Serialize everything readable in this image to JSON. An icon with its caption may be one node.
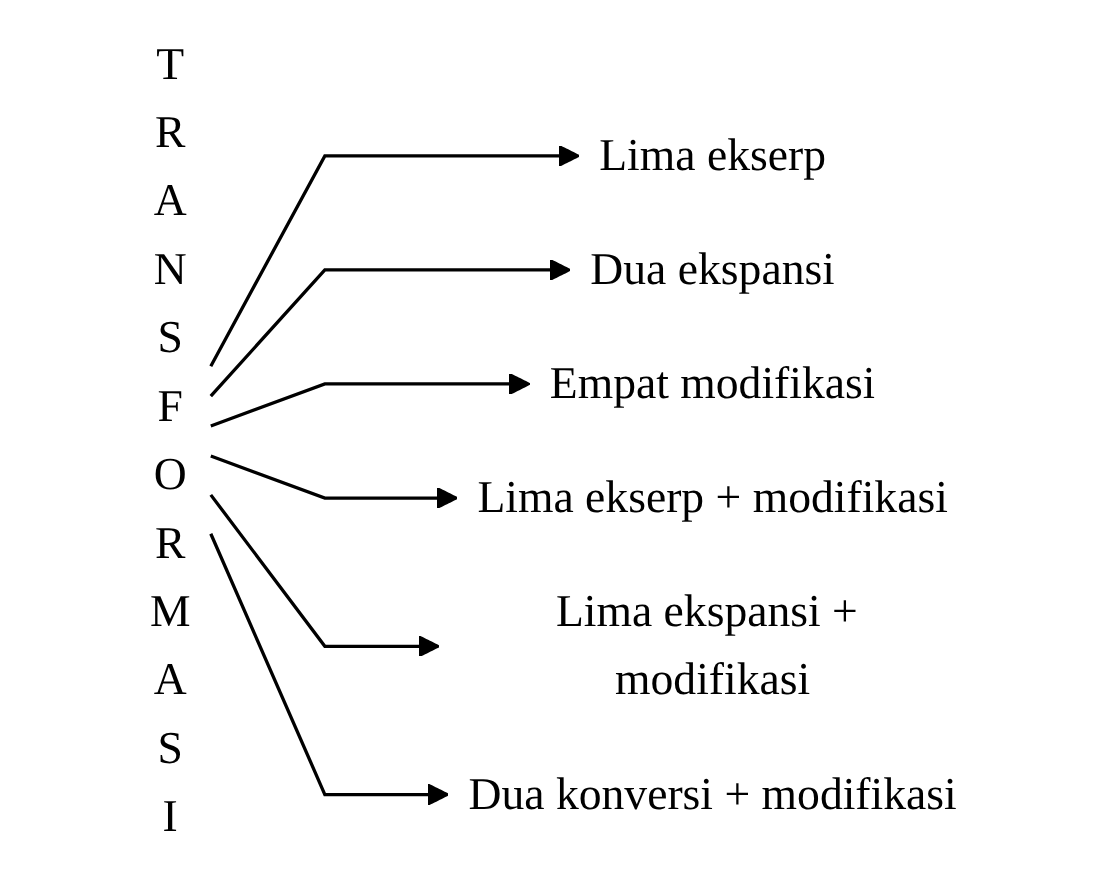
{
  "diagram": {
    "nodes": [
      {
        "text": [
          "TRANSFORMASI"
        ]
      },
      {
        "text": [
          "Lima ekserp"
        ]
      },
      {
        "text": [
          "Dua ekspansi"
        ]
      },
      {
        "text": [
          "Empat modifikasi"
        ]
      },
      {
        "text": [
          "Lima ekserp + modifikasi"
        ]
      },
      {
        "text": [
          "Lima ekspansi + modifikasi"
        ]
      },
      {
        "text": [
          "Dua konversi + modifikasi"
        ]
      }
    ],
    "edges": [
      {
        "from": 0,
        "to": 1,
        "arrow": "to"
      },
      {
        "from": 0,
        "to": 2,
        "arrow": "to"
      },
      {
        "from": 0,
        "to": 3,
        "arrow": "to"
      },
      {
        "from": 0,
        "to": 4,
        "arrow": "to"
      },
      {
        "from": 0,
        "to": 5,
        "arrow": "to"
      },
      {
        "from": 0,
        "to": 6,
        "arrow": "to"
      }
    ]
  }
}
